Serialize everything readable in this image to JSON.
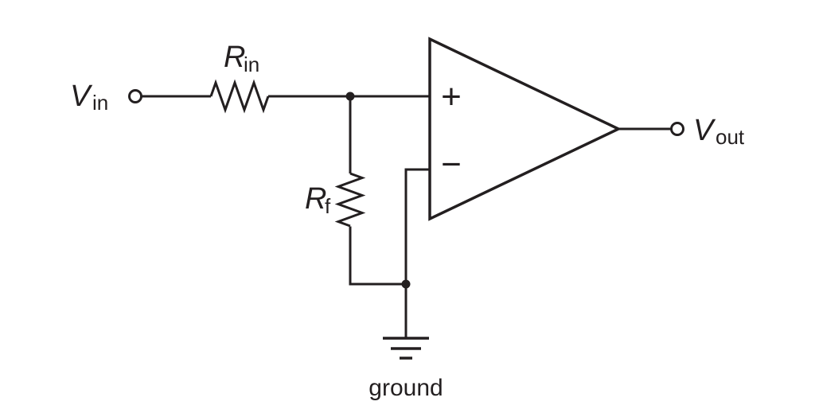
{
  "figure": {
    "colors": {
      "ink": "#231f20",
      "background": "#ffffff"
    }
  },
  "labels": {
    "v_in": {
      "base": "V",
      "sub": "in"
    },
    "r_in": {
      "base": "R",
      "sub": "in"
    },
    "r_f": {
      "base": "R",
      "sub": "f"
    },
    "v_out": {
      "base": "V",
      "sub": "out"
    },
    "opamp": {
      "plus": "+",
      "minus": "−"
    },
    "ground": "ground"
  }
}
